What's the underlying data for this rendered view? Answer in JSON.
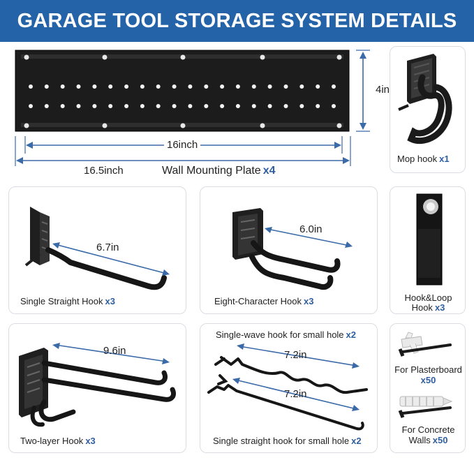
{
  "title": "GARAGE TOOL STORAGE SYSTEM DETAILS",
  "colors": {
    "banner": "#2463a8",
    "dimension_line": "#3b6aa8",
    "metal": "#1c1c1c",
    "quantity": "#2f5fa0"
  },
  "plate": {
    "label": "Wall Mounting Plate",
    "qty": "x4",
    "height": "4in",
    "inner_width": "16inch",
    "outer_width": "16.5inch"
  },
  "mop_hook": {
    "label": "Mop hook",
    "qty": "x1"
  },
  "single_straight": {
    "label": "Single Straight Hook",
    "qty": "x3",
    "length": "6.7in"
  },
  "eight_character": {
    "label": "Eight-Character Hook",
    "qty": "x3",
    "length": "6.0in"
  },
  "hook_loop": {
    "label_line1": "Hook&Loop",
    "label_line2": "Hook",
    "qty": "x3"
  },
  "two_layer": {
    "label": "Two-layer Hook",
    "qty": "x3",
    "length": "9.6in"
  },
  "small_hole": {
    "wave_label": "Single-wave hook for small hole",
    "wave_qty": "x2",
    "wave_length": "7.2in",
    "straight_label": "Single straight hook for small hole",
    "straight_qty": "x2",
    "straight_length": "7.2in"
  },
  "plasterboard": {
    "label": "For Plasterboard",
    "qty": "x50"
  },
  "concrete": {
    "label_line1": "For Concrete",
    "label_line2": "Walls",
    "qty": "x50"
  }
}
